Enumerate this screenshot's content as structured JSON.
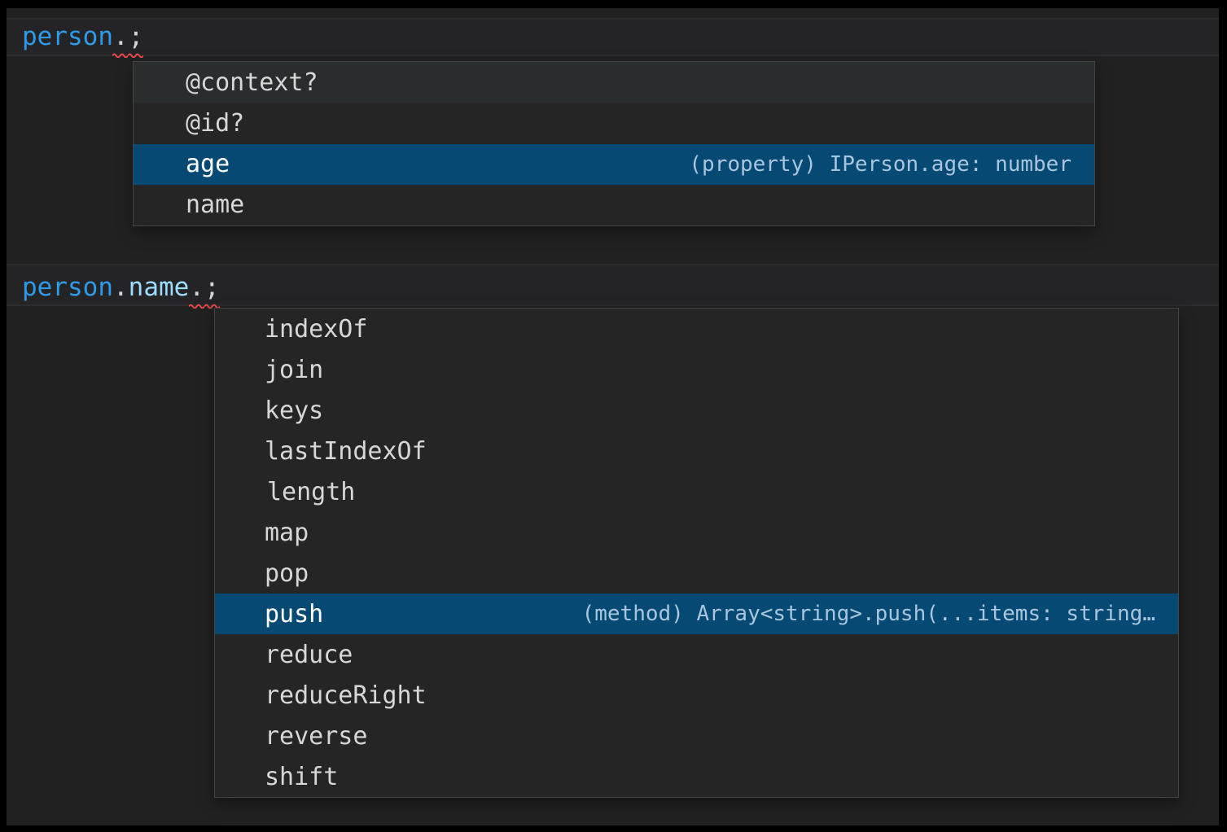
{
  "app": "code-editor-intellisense",
  "colors": {
    "editor_background": "#212122",
    "suggest_background": "#252526",
    "suggest_border": "#454545",
    "selected_row_background": "#064973",
    "hover_row_background": "#2a2d2e",
    "method_icon": "#b180d7",
    "field_icon": "#4fa6e0",
    "variable_blue": "#2f9ae8",
    "property_blue": "#9cdcfe",
    "punctuation": "#d4d4d4",
    "error_squiggle": "#f14c4c",
    "detail_text": "#a8c6de"
  },
  "code": {
    "line1": {
      "parts": [
        "person",
        ".",
        ";"
      ]
    },
    "line2": {
      "parts": [
        "person",
        ".",
        "name",
        ".",
        ";"
      ]
    }
  },
  "suggest_person": {
    "items": [
      {
        "label": "@context?",
        "kind": "field",
        "selected": false,
        "hovered": true,
        "detail": ""
      },
      {
        "label": "@id?",
        "kind": "field",
        "selected": false,
        "hovered": false,
        "detail": ""
      },
      {
        "label": "age",
        "kind": "field",
        "selected": true,
        "hovered": false,
        "detail": "(property) IPerson.age: number"
      },
      {
        "label": "name",
        "kind": "field",
        "selected": false,
        "hovered": false,
        "detail": ""
      }
    ]
  },
  "suggest_name": {
    "items": [
      {
        "label": "indexOf",
        "kind": "method",
        "selected": false,
        "detail": ""
      },
      {
        "label": "join",
        "kind": "method",
        "selected": false,
        "detail": ""
      },
      {
        "label": "keys",
        "kind": "method",
        "selected": false,
        "detail": ""
      },
      {
        "label": "lastIndexOf",
        "kind": "method",
        "selected": false,
        "detail": ""
      },
      {
        "label": "length",
        "kind": "field",
        "selected": false,
        "detail": ""
      },
      {
        "label": "map",
        "kind": "method",
        "selected": false,
        "detail": ""
      },
      {
        "label": "pop",
        "kind": "method",
        "selected": false,
        "detail": ""
      },
      {
        "label": "push",
        "kind": "method",
        "selected": true,
        "detail": "(method) Array<string>.push(...items: string…"
      },
      {
        "label": "reduce",
        "kind": "method",
        "selected": false,
        "detail": ""
      },
      {
        "label": "reduceRight",
        "kind": "method",
        "selected": false,
        "detail": ""
      },
      {
        "label": "reverse",
        "kind": "method",
        "selected": false,
        "detail": ""
      },
      {
        "label": "shift",
        "kind": "method",
        "selected": false,
        "detail": ""
      }
    ]
  }
}
